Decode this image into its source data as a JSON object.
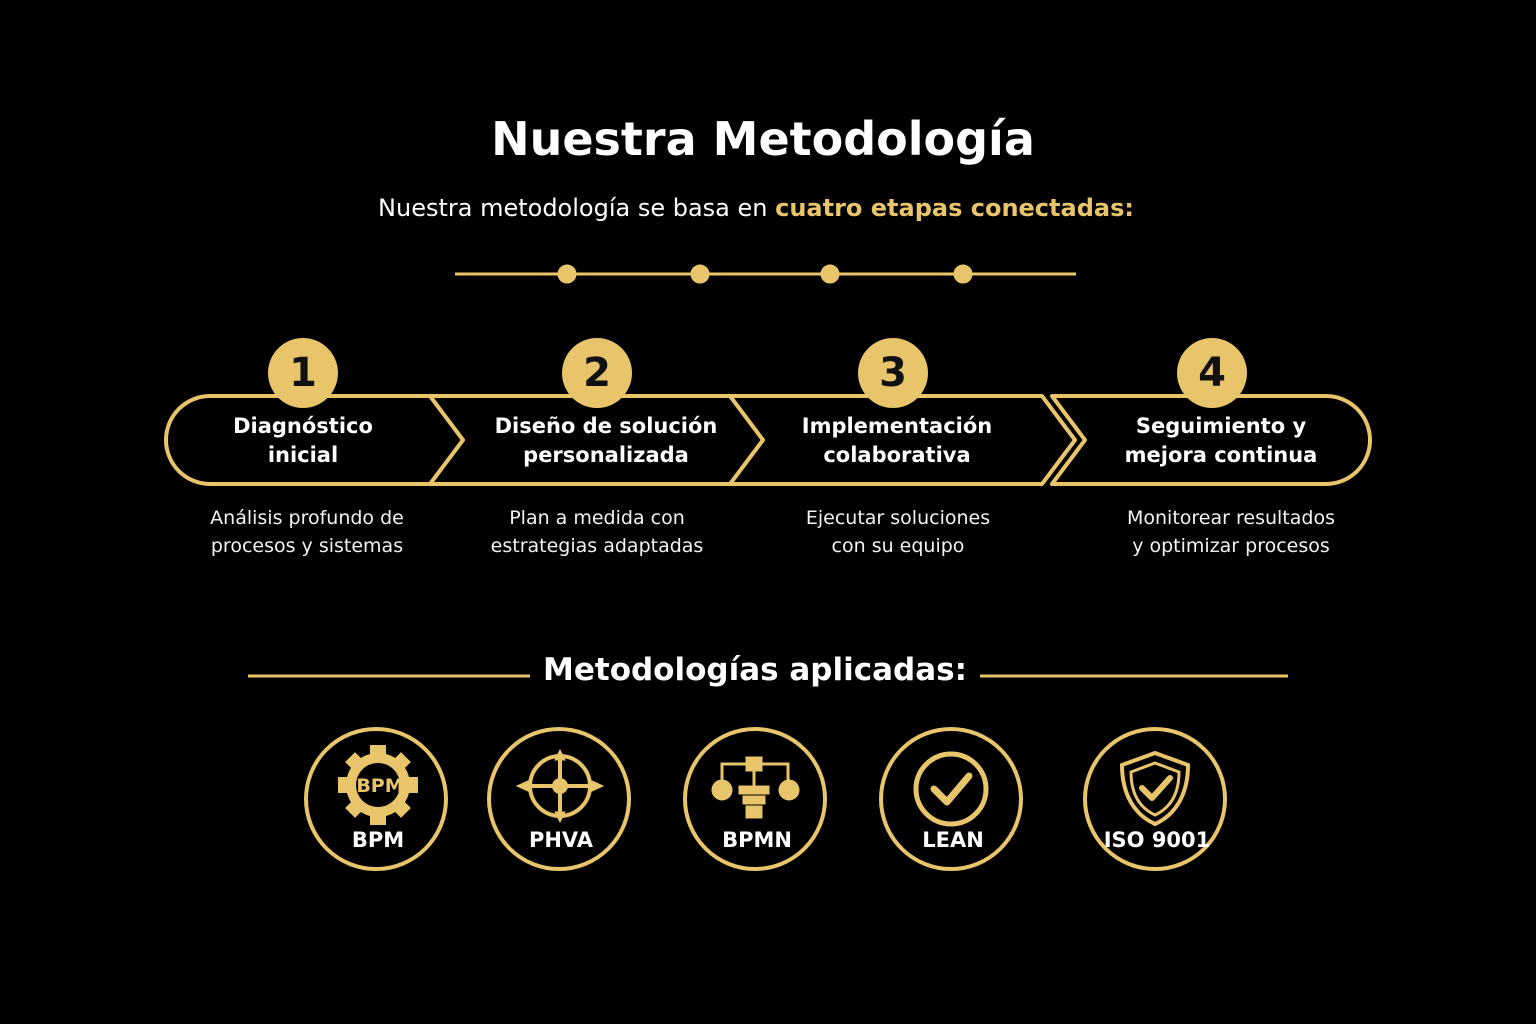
{
  "title": "Nuestra Metodología",
  "subtitle": {
    "prefix": "Nuestra metodología se basa en ",
    "highlight": "cuatro etapas conectadas:"
  },
  "accent_color": "#E8C46A",
  "steps": [
    {
      "number": "1",
      "title_line1": "Diagnóstico",
      "title_line2": "inicial",
      "desc_line1": "Análisis profundo de",
      "desc_line2": "procesos y sistemas"
    },
    {
      "number": "2",
      "title_line1": "Diseño de solución",
      "title_line2": "personalizada",
      "desc_line1": "Plan a medida con",
      "desc_line2": "estrategias adaptadas"
    },
    {
      "number": "3",
      "title_line1": "Implementación",
      "title_line2": "colaborativa",
      "desc_line1": "Ejecutar soluciones",
      "desc_line2": "con su equipo"
    },
    {
      "number": "4",
      "title_line1": "Seguimiento y",
      "title_line2": "mejora continua",
      "desc_line1": "Monitorear resultados",
      "desc_line2": "y optimizar procesos"
    }
  ],
  "methods_heading": "Metodologías aplicadas:",
  "methods": [
    {
      "label": "BPM",
      "icon": "gear-icon",
      "icon_text": "BPM"
    },
    {
      "label": "PHVA",
      "icon": "crosshair-cycle-icon"
    },
    {
      "label": "BPMN",
      "icon": "flow-diagram-icon"
    },
    {
      "label": "LEAN",
      "icon": "check-circle-icon"
    },
    {
      "label": "ISO 9001",
      "icon": "shield-check-icon"
    }
  ]
}
